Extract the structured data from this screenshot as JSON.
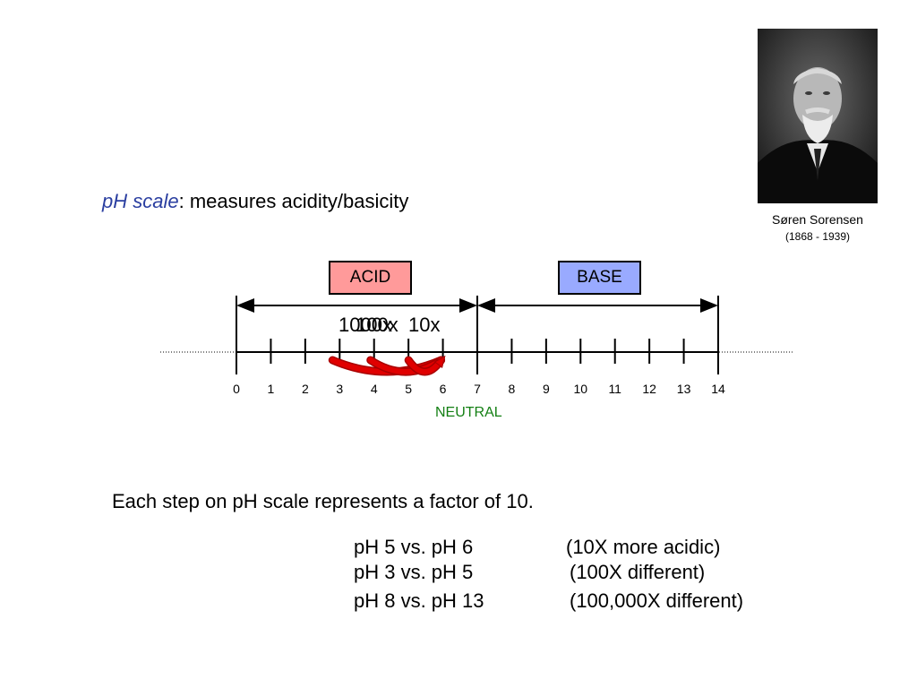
{
  "title": {
    "emphasis": "pH scale",
    "rest": ": measures acidity/basicity"
  },
  "portrait": {
    "name": "Søren Sorensen",
    "years": "(1868 - 1939)"
  },
  "labels": {
    "acid": "ACID",
    "base": "BASE",
    "neutral": "NEUTRAL"
  },
  "scale": {
    "min": 0,
    "max": 14,
    "neutral": 7,
    "ticks": [
      "0",
      "1",
      "2",
      "3",
      "4",
      "5",
      "6",
      "7",
      "8",
      "9",
      "10",
      "11",
      "12",
      "13",
      "14"
    ]
  },
  "factor_labels": [
    "1000x",
    "100x",
    "10x"
  ],
  "statement": "Each step on pH scale represents a factor of 10.",
  "comparisons": [
    {
      "pair": "pH 5  vs.  pH 6",
      "note": "(10X more acidic)"
    },
    {
      "pair": "pH 3  vs.  pH 5",
      "note": "(100X different)"
    },
    {
      "pair": "pH 8  vs.  pH 13",
      "note": "(100,000X different)"
    }
  ],
  "colors": {
    "acid": "#ff9a9a",
    "base": "#99aaff",
    "neutral": "#137f13",
    "title_emphasis": "#2a3ea0",
    "arrow": "#e00000"
  }
}
